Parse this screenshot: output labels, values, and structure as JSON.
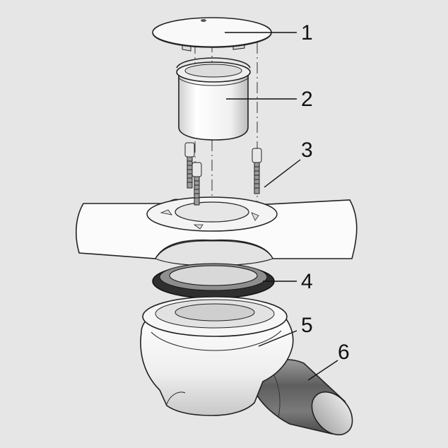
{
  "colors": {
    "background": "#e6e6e6",
    "part_fill": "#fafafa",
    "part_shade": "#cfcfcf",
    "seal_dark": "#3a3a3a",
    "pipe_dark": "#6f6f6f",
    "outline": "#222222"
  },
  "callouts": [
    {
      "number": "1",
      "part": "cover-plate"
    },
    {
      "number": "2",
      "part": "odour-trap-insert"
    },
    {
      "number": "3",
      "part": "screws"
    },
    {
      "number": "4",
      "part": "sealing-ring"
    },
    {
      "number": "5",
      "part": "drain-body"
    },
    {
      "number": "6",
      "part": "outlet-pipe"
    }
  ]
}
